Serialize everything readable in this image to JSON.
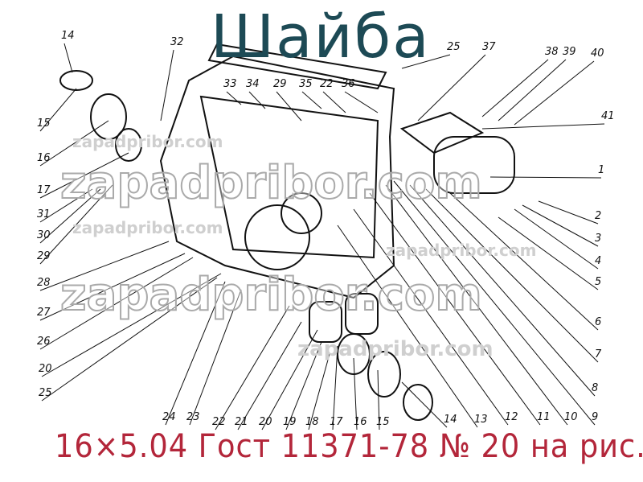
{
  "title": "Шайба",
  "caption": "16×5.04 Гост 11371-78 № 20 на рис.",
  "watermark": "zapadpribor.com",
  "colors": {
    "title": "#1d4a55",
    "caption": "#b3263a"
  },
  "callouts": [
    "14",
    "32",
    "33",
    "34",
    "29",
    "35",
    "22",
    "36",
    "25",
    "37",
    "38",
    "39",
    "40",
    "41",
    "1",
    "2",
    "3",
    "4",
    "5",
    "6",
    "7",
    "8",
    "9",
    "10",
    "11",
    "12",
    "13",
    "14",
    "15",
    "16",
    "17",
    "18",
    "19",
    "20",
    "21",
    "22",
    "23",
    "24",
    "25",
    "20",
    "26",
    "27",
    "28",
    "29",
    "30",
    "31",
    "17",
    "16",
    "15"
  ]
}
